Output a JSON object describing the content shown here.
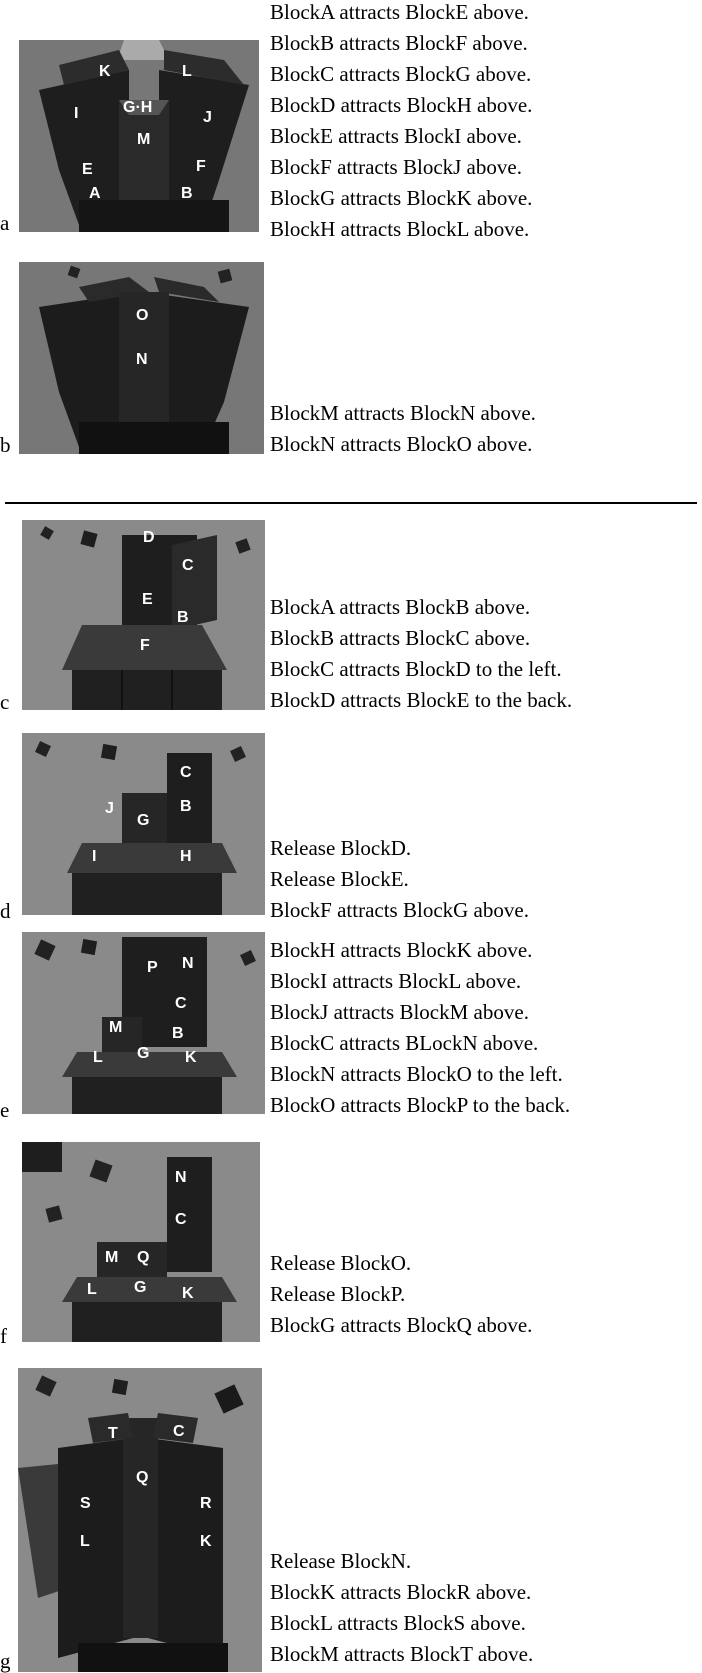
{
  "panels": [
    {
      "letter": "a",
      "block_labels": [
        "K",
        "L",
        "I",
        "G·H",
        "J",
        "M",
        "E",
        "F",
        "A",
        "B"
      ],
      "lines": [
        "BlockA attracts BlockE above.",
        "BlockB attracts BlockF above.",
        "BlockC attracts BlockG above.",
        "BlockD attracts BlockH above.",
        "BlockE attracts BlockI above.",
        "BlockF attracts BlockJ above.",
        "BlockG attracts BlockK above.",
        "BlockH attracts BlockL above."
      ]
    },
    {
      "letter": "b",
      "block_labels": [
        "O",
        "N"
      ],
      "lines": [
        "BlockM attracts BlockN above.",
        "BlockN attracts BlockO above."
      ]
    },
    {
      "letter": "c",
      "block_labels": [
        "D",
        "C",
        "E",
        "B",
        "F"
      ],
      "lines": [
        "BlockA attracts BlockB above.",
        "BlockB attracts BlockC above.",
        "BlockC attracts BlockD to the left.",
        "BlockD attracts BlockE to the back."
      ]
    },
    {
      "letter": "d",
      "block_labels": [
        "C",
        "J",
        "B",
        "G",
        "I",
        "H"
      ],
      "lines": [
        "Release BlockD.",
        "Release BlockE.",
        "BlockF attracts BlockG above."
      ]
    },
    {
      "letter": "e",
      "block_labels": [
        "P",
        "N",
        "C",
        "M",
        "B",
        "L",
        "G",
        "K"
      ],
      "lines": [
        "BlockH attracts BlockK above.",
        "BlockI attracts BlockL above.",
        "BlockJ attracts BlockM above.",
        "BlockC attracts BLockN above.",
        "BlockN attracts BlockO to the left.",
        "BlockO attracts BlockP to the back."
      ]
    },
    {
      "letter": "f",
      "block_labels": [
        "N",
        "C",
        "M",
        "Q",
        "L",
        "G",
        "K"
      ],
      "lines": [
        "Release BlockO.",
        "Release BlockP.",
        "BlockG attracts BlockQ above."
      ]
    },
    {
      "letter": "g",
      "block_labels": [
        "T",
        "C",
        "Q",
        "S",
        "R",
        "L",
        "K"
      ],
      "lines": [
        "Release BlockN.",
        "BlockK attracts BlockR above.",
        "BlockL attracts BlockS above.",
        "BlockM attracts BlockT above."
      ]
    }
  ]
}
